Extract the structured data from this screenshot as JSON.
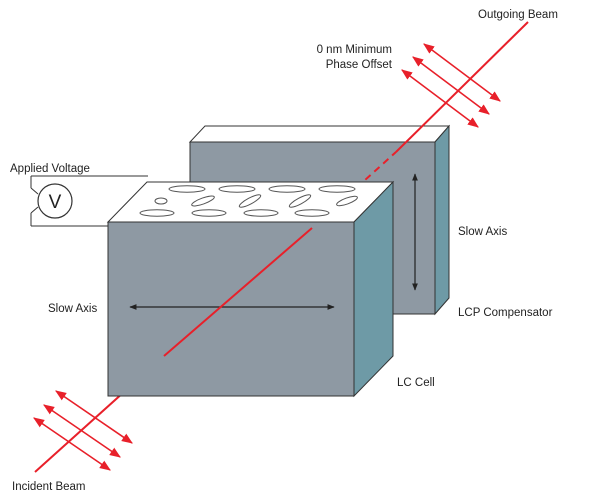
{
  "labels": {
    "outgoing_beam": "Outgoing Beam",
    "phase_offset_line1": "0 nm Minimum",
    "phase_offset_line2": "Phase Offset",
    "applied_voltage": "Applied Voltage",
    "voltage_symbol": "V",
    "slow_axis_compensator": "Slow Axis",
    "slow_axis_cell": "Slow Axis",
    "lcp_compensator": "LCP Compensator",
    "lc_cell": "LC Cell",
    "incident_beam": "Incident Beam"
  },
  "colors": {
    "beam": "#e8202a",
    "block_front": "#8e99a3",
    "block_side": "#6e9aa6",
    "block_top": "#ffffff",
    "outline": "#333333"
  }
}
